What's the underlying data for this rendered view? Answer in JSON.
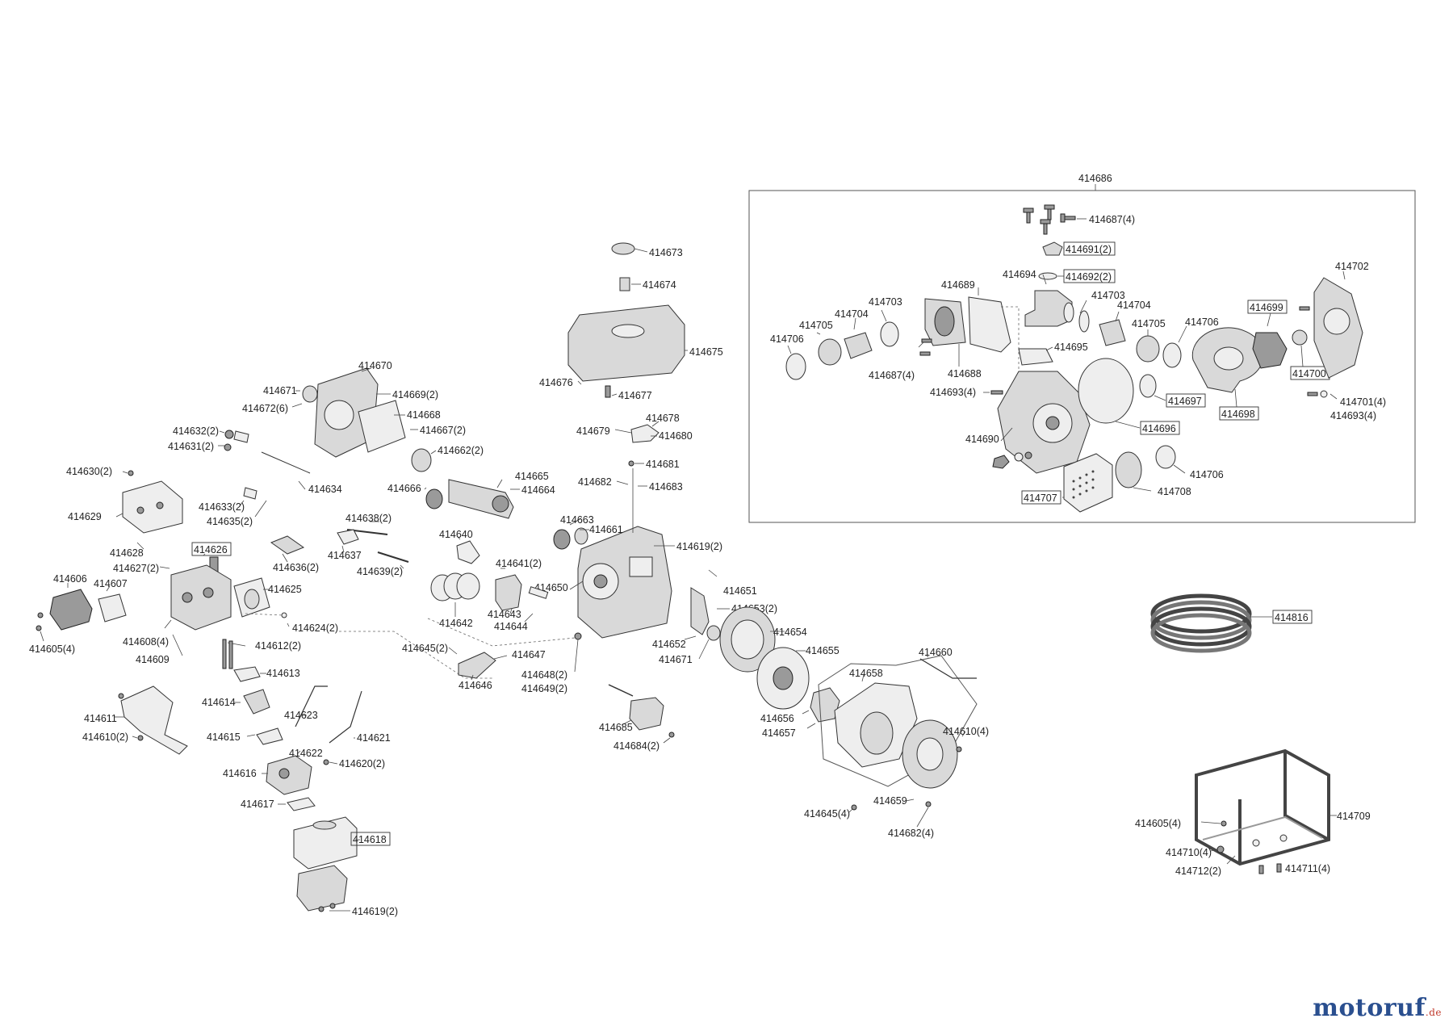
{
  "labels": {
    "p414686": "414686",
    "p414687_4a": "414687(4)",
    "p414691_2": "414691(2)",
    "p414692_2": "414692(2)",
    "p414694": "414694",
    "p414689": "414689",
    "p414703a": "414703",
    "p414703b": "414703",
    "p414704a": "414704",
    "p414704b": "414704",
    "p414705a": "414705",
    "p414705b": "414705",
    "p414706a": "414706",
    "p414706b": "414706",
    "p414706c": "414706",
    "p414695": "414695",
    "p414688": "414688",
    "p414687_4b": "414687(4)",
    "p414693_4a": "414693(4)",
    "p414699": "414699",
    "p414702": "414702",
    "p414700": "414700",
    "p414697": "414697",
    "p414698": "414698",
    "p414696": "414696",
    "p414701_4": "414701(4)",
    "p414693_4b": "414693(4)",
    "p414690": "414690",
    "p414707": "414707",
    "p414708": "414708",
    "p414673": "414673",
    "p414674": "414674",
    "p414675": "414675",
    "p414676": "414676",
    "p414677": "414677",
    "p414678": "414678",
    "p414679": "414679",
    "p414680": "414680",
    "p414681": "414681",
    "p414682": "414682",
    "p414683": "414683",
    "p414670": "414670",
    "p414671a": "414671",
    "p414669_2": "414669(2)",
    "p414672_6": "414672(6)",
    "p414668": "414668",
    "p414667_2": "414667(2)",
    "p414632_2": "414632(2)",
    "p414631_2": "414631(2)",
    "p414662_2": "414662(2)",
    "p414630_2": "414630(2)",
    "p414634": "414634",
    "p414666": "414666",
    "p414665": "414665",
    "p414664": "414664",
    "p414629": "414629",
    "p414633_2": "414633(2)",
    "p414635_2": "414635(2)",
    "p414638_2": "414638(2)",
    "p414663": "414663",
    "p414661": "414661",
    "p414628": "414628",
    "p414626": "414626",
    "p414640": "414640",
    "p414619_2a": "414619(2)",
    "p414627_2": "414627(2)",
    "p414637": "414637",
    "p414636_2": "414636(2)",
    "p414639_2": "414639(2)",
    "p414641_2": "414641(2)",
    "p414606": "414606",
    "p414607": "414607",
    "p414625": "414625",
    "p414650": "414650",
    "p414651": "414651",
    "p414653_2": "414653(2)",
    "p414642": "414642",
    "p414643": "414643",
    "p414644": "414644",
    "p414624_2": "414624(2)",
    "p414608_4": "414608(4)",
    "p414605_4a": "414605(4)",
    "p414612_2": "414612(2)",
    "p414609": "414609",
    "p414645_2a": "414645(2)",
    "p414647": "414647",
    "p414654": "414654",
    "p414652": "414652",
    "p414655": "414655",
    "p414671b": "414671",
    "p414613": "414613",
    "p414646": "414646",
    "p414648_2": "414648(2)",
    "p414649_2": "414649(2)",
    "p414660": "414660",
    "p414658": "414658",
    "p414614": "414614",
    "p414611": "414611",
    "p414610_2": "414610(2)",
    "p414623": "414623",
    "p414615": "414615",
    "p414622": "414622",
    "p414621": "414621",
    "p414620_2": "414620(2)",
    "p414616": "414616",
    "p414617": "414617",
    "p414685": "414685",
    "p414684_2": "414684(2)",
    "p414656": "414656",
    "p414657": "414657",
    "p414610_4": "414610(4)",
    "p414645_4": "414645(4)",
    "p414659": "414659",
    "p414682_4": "414682(4)",
    "p414618": "414618",
    "p414619_2b": "414619(2)",
    "p414816": "414816",
    "p414709": "414709",
    "p414605_4b": "414605(4)",
    "p414710_4": "414710(4)",
    "p414712_2": "414712(2)",
    "p414711_4": "414711(4)"
  },
  "brand": {
    "name": "motoruf",
    "suffix": ".de",
    "color": "#2a4f8f"
  },
  "colors": {
    "line": "#444444",
    "part": "#d9d9d9",
    "background": "#ffffff"
  }
}
